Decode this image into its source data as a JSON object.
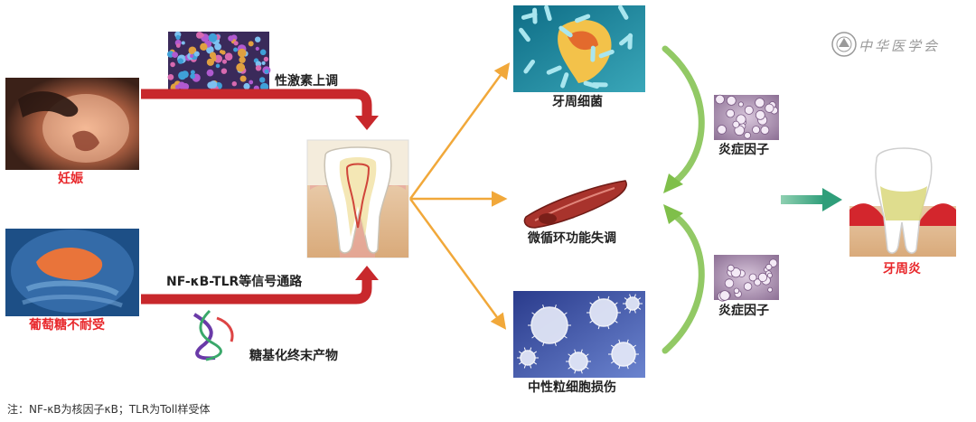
{
  "left": {
    "pregnancy_label": "妊娠",
    "hormone_label": "性激素上调",
    "glucose_label": "葡萄糖不耐受",
    "pathway_label": "NF-κB-TLR等信号通路",
    "age_label": "糖基化终末产物"
  },
  "middle": {
    "bacteria_label": "牙周细菌",
    "microcirc_label": "微循环功能失调",
    "neutrophil_label": "中性粒细胞损伤"
  },
  "right": {
    "inflam_top_label": "炎症因子",
    "inflam_bottom_label": "炎症因子",
    "result_label": "牙周炎"
  },
  "logo": {
    "text": "中华医学会"
  },
  "footnote": "注：NF-κB为核因子κB；TLR为Toll样受体",
  "colors": {
    "red_arrow": "#c8282c",
    "orange_arrow": "#f1a83a",
    "green_arrow": "#7fbf4a",
    "teal_arrow": "#3fa98a",
    "label_red": "#e8272b"
  }
}
